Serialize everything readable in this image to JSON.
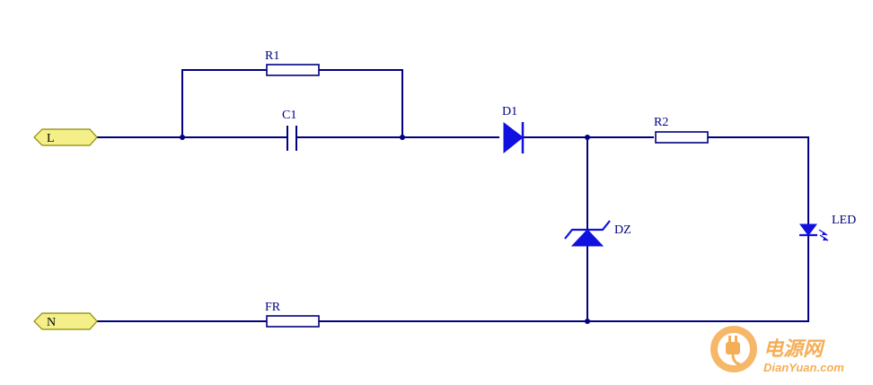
{
  "ports": {
    "live": "L",
    "neutral": "N"
  },
  "components": {
    "r1": "R1",
    "c1": "C1",
    "d1": "D1",
    "r2": "R2",
    "dz": "DZ",
    "led": "LED",
    "fr": "FR"
  },
  "watermark": {
    "brand_cn": "电源网",
    "brand_url": "DianYuan.com"
  },
  "colors": {
    "wire": "#000080",
    "symbol_fill": "#1010e0",
    "port_fill": "#f5ef8a",
    "watermark_orange": "#f4a13a"
  }
}
